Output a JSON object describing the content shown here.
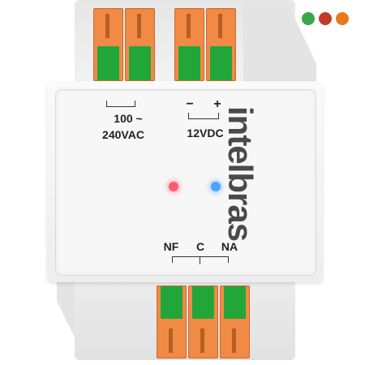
{
  "status_dots": {
    "colors": [
      "#3aa64a",
      "#c43a2a",
      "#e87a1c"
    ]
  },
  "panel": {
    "power_ac": {
      "line1": "100 ~",
      "line2": "240VAC"
    },
    "power_dc": {
      "minus": "−",
      "plus": "+",
      "label": "12VDC"
    },
    "relay": {
      "nf": "NF",
      "c": "C",
      "na": "NA"
    },
    "brand": "intelbras",
    "leds": {
      "left_color": "#ff5c70",
      "right_color": "#4aa6ff"
    }
  },
  "colors": {
    "terminal_orange": "#f08a45",
    "terminal_green": "#22a63a",
    "housing": "#efefef"
  }
}
